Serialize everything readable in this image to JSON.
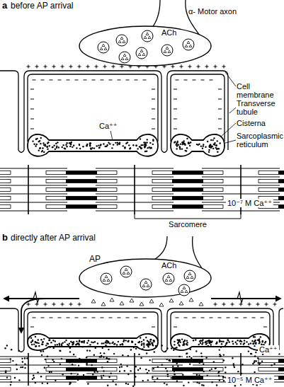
{
  "diagram": {
    "nodes": [
      {
        "text": [
          "ACh"
        ]
      },
      {
        "text": [
          "ACh"
        ]
      }
    ],
    "labels": [
      "a",
      "before AP arrival",
      "α- Motor axon",
      "Cell membrane",
      "Transverse tubule",
      "Cisterna",
      "Sarcoplasmic reticulum",
      "Ca⁺⁺",
      "10⁻⁷ M Ca⁺⁺",
      "Sarcomere",
      "b",
      "directly after AP arrival",
      "AP",
      "Ca⁺⁺",
      "10⁻⁵ M Ca⁺⁺"
    ]
  }
}
